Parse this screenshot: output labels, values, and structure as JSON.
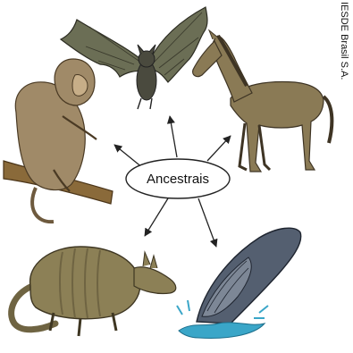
{
  "center": {
    "label": "Ancestrais"
  },
  "credit": "IESDE Brasil S.A.",
  "animals": [
    {
      "name": "bat",
      "role": "descendant"
    },
    {
      "name": "horse",
      "role": "descendant"
    },
    {
      "name": "monkey",
      "role": "descendant"
    },
    {
      "name": "armadillo",
      "role": "descendant"
    },
    {
      "name": "whale",
      "role": "descendant"
    }
  ],
  "colors": {
    "bat_body": "#4a4a3e",
    "bat_wing": "#6b6e55",
    "horse": "#8a7a55",
    "horse_mane": "#3e3424",
    "monkey": "#a08a68",
    "branch": "#8a6a3a",
    "armadillo": "#8c8056",
    "armadillo_band": "#6f6442",
    "whale": "#545f70",
    "water": "#3aa6c8",
    "arrow": "#222222"
  }
}
